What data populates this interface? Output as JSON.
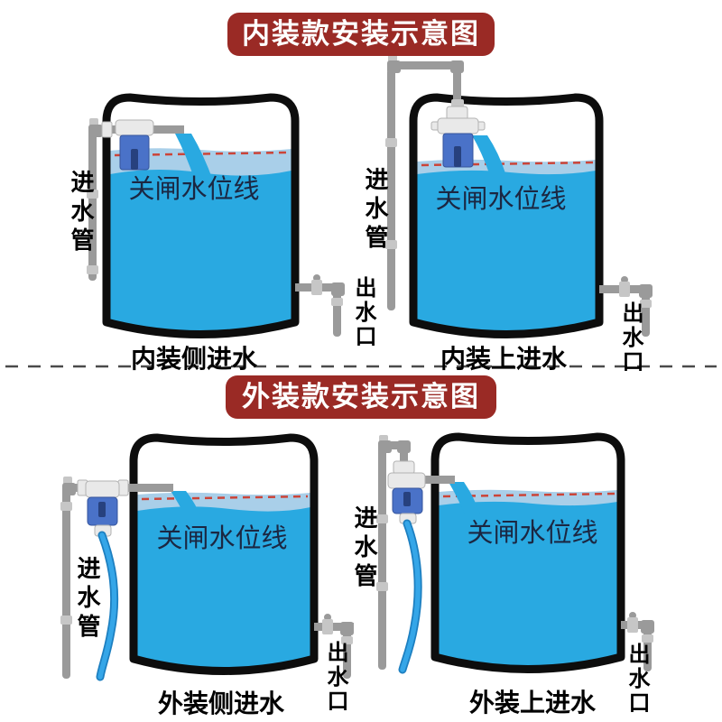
{
  "colors": {
    "title_bg": "#9a2a25",
    "title_text": "#ffffff",
    "water": "#29a9e1",
    "water_light": "#a9cfe9",
    "level_line": "#cc4438",
    "tank_outline": "#0d0d0d",
    "pipe": "#9a9a9a",
    "pipe_light": "#c6c6c6",
    "fitting": "#e9e9e9",
    "valve_body": "#4a72c8",
    "valve_dark": "#27417e",
    "hose": "#35a6e8",
    "waterline_text": "#1b2742",
    "label_text": "#000000",
    "divider": "#4a4a4a"
  },
  "sections": [
    {
      "title": "内装款安装示意图",
      "tanks": [
        {
          "caption": "内装侧进水",
          "water_line_label": "关闸水位线",
          "inlet_pipe_label": "进水管",
          "outlet_label": "出水口"
        },
        {
          "caption": "内装上进水",
          "water_line_label": "关闸水位线",
          "inlet_pipe_label": "进水管",
          "outlet_label": "出水口"
        }
      ]
    },
    {
      "title": "外装款安装示意图",
      "tanks": [
        {
          "caption": "外装侧进水",
          "water_line_label": "关闸水位线",
          "inlet_pipe_label": "进水管",
          "outlet_label": "出水口"
        },
        {
          "caption": "外装上进水",
          "water_line_label": "关闸水位线",
          "inlet_pipe_label": "进水管",
          "outlet_label": "出水口"
        }
      ]
    }
  ]
}
